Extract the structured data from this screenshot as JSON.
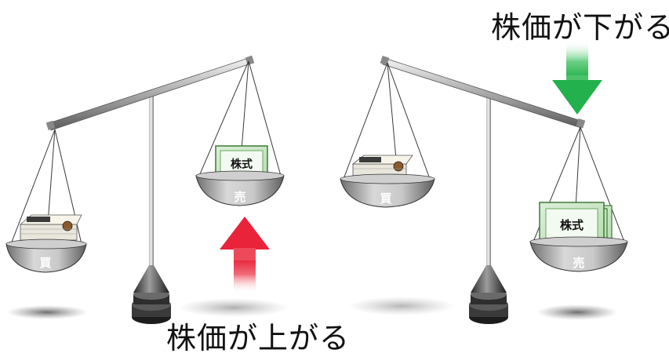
{
  "captions": {
    "price_down": "株価が下がる",
    "price_up": "株価が上がる"
  },
  "labels": {
    "buy": "買",
    "sell": "売",
    "stock": "株式"
  },
  "colors": {
    "up_arrow": "#e8233a",
    "down_arrow": "#22b14c"
  }
}
